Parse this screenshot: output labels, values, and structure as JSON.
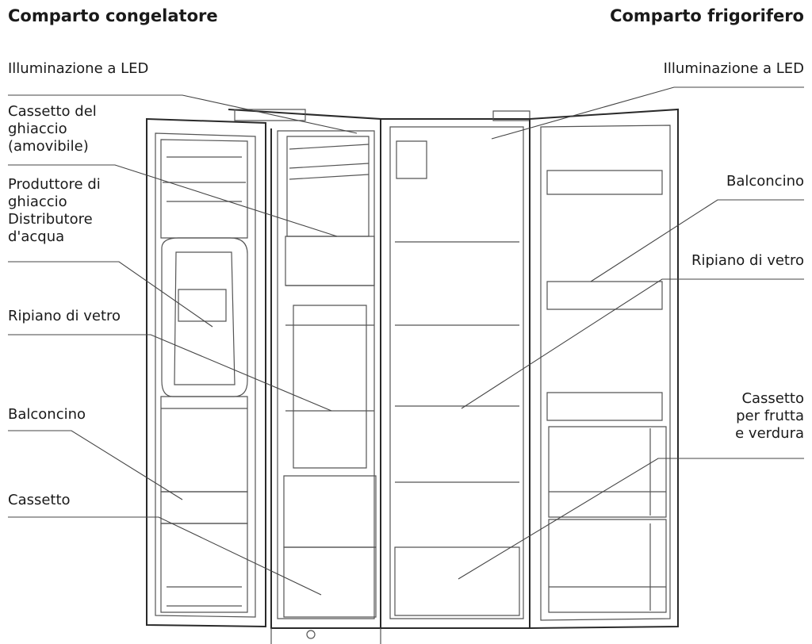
{
  "headings": {
    "freezer": "Comparto congelatore",
    "fridge": "Comparto frigorifero"
  },
  "labels": {
    "led_left": "Illuminazione a LED",
    "ice_drawer": "Cassetto del\nghiaccio\n(amovibile)",
    "ice_maker": "Produttore di\nghiaccio\nDistributore\nd'acqua",
    "glass_shelf_left": "Ripiano di vetro",
    "balcony_left": "Balconcino",
    "drawer_left": "Cassetto",
    "led_right": "Illuminazione a LED",
    "balcony_right": "Balconcino",
    "glass_shelf_right": "Ripiano di vetro",
    "crisper_right": "Cassetto\nper frutta\ne verdura"
  }
}
